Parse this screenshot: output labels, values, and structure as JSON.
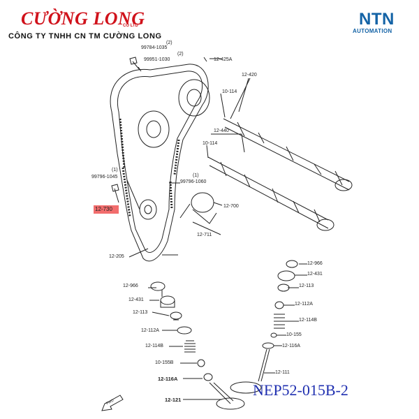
{
  "header": {
    "brand_name": "CƯỜNG LONG",
    "brand_sub": "CO LTD",
    "company_line": "CÔNG TY TNHH CN TM CƯỜNG LONG",
    "ntn_logo": "NTN",
    "ntn_sub": "AUTOMATION"
  },
  "part_number": "NEP52-015B-2",
  "highlight": {
    "label": "12-730",
    "color": "#f26d6d"
  },
  "callouts": {
    "c1": "99784-1035",
    "c2": "(2)",
    "c3": "99951-1030",
    "c4": "(2)",
    "c5": "12-425A",
    "c6": "12-420",
    "c7": "10-114",
    "c8": "12-440",
    "c9": "10-114",
    "c10": "(1)",
    "c11": "99796-1045",
    "c12": "(1)",
    "c13": "99796-1060",
    "c14": "12-700",
    "c15": "12-711",
    "c16": "12-205",
    "c17": "12-966",
    "c18": "12-431",
    "c19": "12-113",
    "c20": "12-112A",
    "c21": "12-114B",
    "c22": "10-155B",
    "c23": "12-116A",
    "c24": "12-121",
    "c25": "12-966",
    "c26": "12-431",
    "c27": "12-113",
    "c28": "12-112A",
    "c29": "12-114B",
    "c30": "10-155",
    "c31": "12-116A",
    "c32": "12-111"
  },
  "fwd_label": "FWD",
  "colors": {
    "brand_red": "#d0121b",
    "ntn_blue": "#1463a6",
    "part_blue": "#1f2fb0",
    "highlight": "#f26d6d"
  }
}
